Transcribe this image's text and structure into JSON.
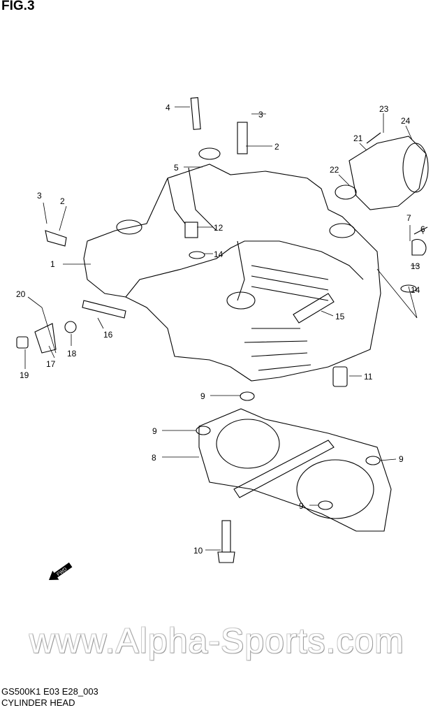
{
  "figure": {
    "title": "FIG.3"
  },
  "callouts": [
    "4",
    "3",
    "2",
    "23",
    "24",
    "21",
    "22",
    "5",
    "3",
    "2",
    "12",
    "7",
    "6",
    "1",
    "14",
    "13",
    "14",
    "20",
    "15",
    "16",
    "17",
    "18",
    "19",
    "11",
    "9",
    "9",
    "8",
    "9",
    "9",
    "10"
  ],
  "fwd_icon": {
    "label": "FWD"
  },
  "watermark": "www.Alpha-Sports.com",
  "footer": {
    "code": "GS500K1 E03 E28_003",
    "name": "CYLINDER HEAD"
  }
}
